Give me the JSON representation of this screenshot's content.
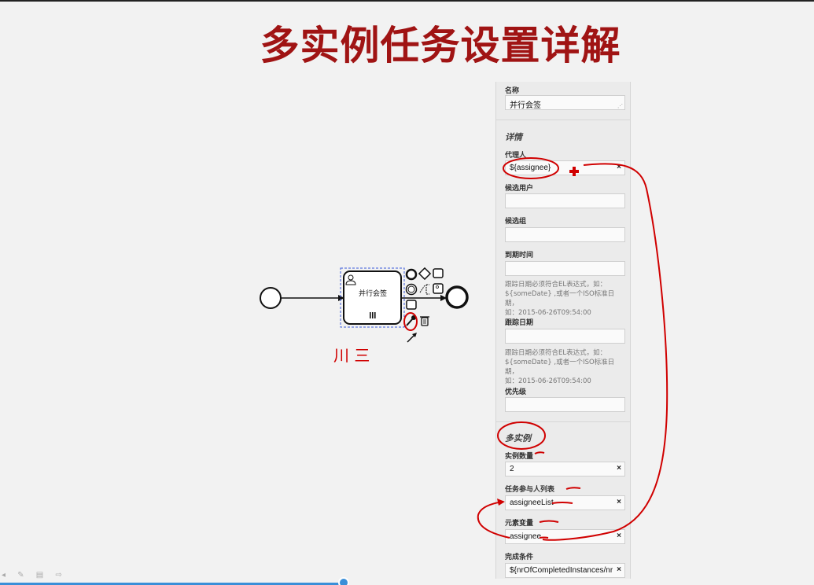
{
  "slide_title": "多实例任务设置详解",
  "diagram": {
    "task_label": "并行会签",
    "handwritten_note": "川 三"
  },
  "panel": {
    "name": {
      "label": "名称",
      "value": "并行会签"
    },
    "details_section": "详情",
    "assignee": {
      "label": "代理人",
      "value": "${assignee}"
    },
    "candidate_users": {
      "label": "候选用户",
      "value": ""
    },
    "candidate_groups": {
      "label": "候选组",
      "value": ""
    },
    "due_date": {
      "label": "到期时间",
      "value": "",
      "hint_lines": [
        "跟踪日期必须符合EL表达式，如：",
        "${someDate} ,或者一个ISO标准日期，",
        "如：2015-06-26T09:54:00"
      ]
    },
    "follow_up_date": {
      "label": "跟踪日期",
      "value": "",
      "hint_lines": [
        "跟踪日期必须符合EL表达式，如：",
        "${someDate} ,或者一个ISO标准日期，",
        "如：2015-06-26T09:54:00"
      ]
    },
    "priority": {
      "label": "优先级",
      "value": ""
    },
    "multi_instance_section": "多实例",
    "instance_count": {
      "label": "实例数量",
      "value": "2"
    },
    "collection": {
      "label": "任务参与人列表",
      "value": "assigneeList"
    },
    "element_variable": {
      "label": "元素变量",
      "value": "assignee"
    },
    "completion_condition": {
      "label": "完成条件",
      "value": "${nrOfCompletedInstances/nr"
    },
    "clear_symbol": "×",
    "resize_grip": "⋰"
  },
  "colors": {
    "title": "#a01414",
    "annotation_red": "#d00000",
    "selection_blue": "#3a5bd9",
    "progress_blue": "#3a8fd8"
  },
  "icons": [
    "user-icon",
    "parallel-multi-instance-marker",
    "wrench-icon",
    "trash-icon",
    "connect-arrow-icon",
    "add-icon"
  ]
}
